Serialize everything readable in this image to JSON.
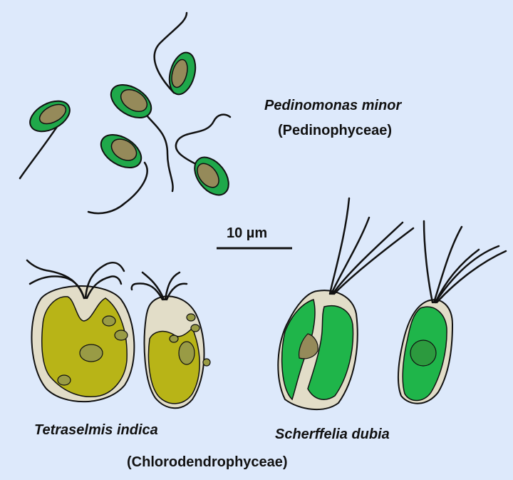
{
  "labels": {
    "pedinomonas_name": "Pedinomonas minor",
    "pedinomonas_class": "(Pedinophyceae)",
    "scale": "10 µm",
    "tetraselmis_name": "Tetraselmis indica",
    "scherffelia_name": "Scherffelia dubia",
    "chlorodendro_class": "(Chlorodendrophyceae)"
  },
  "colors": {
    "background": "#dde9fb",
    "pedino_green": "#1fa84a",
    "pedino_core": "#958a5a",
    "tetra_wall": "#e2ddc8",
    "tetra_chloroplast": "#b8b417",
    "tetra_inclusion": "#999b45",
    "scherf_green": "#1fb54a",
    "scherf_wall": "#e2ddc8",
    "outline": "#111111"
  }
}
